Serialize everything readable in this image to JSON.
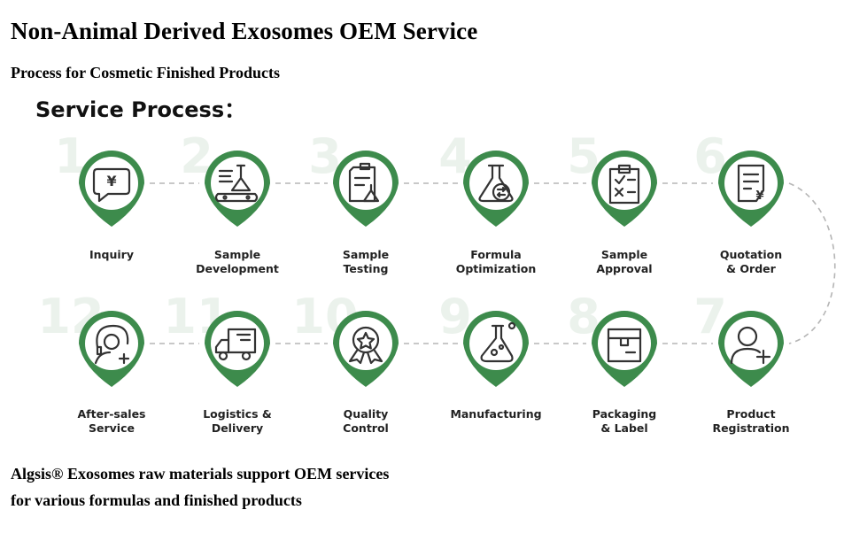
{
  "title": "Non-Animal Derived Exosomes OEM Service",
  "subtitle": "Process for Cosmetic Finished Products",
  "heading": "Service Process：",
  "footer": {
    "line1": "Algsis® Exosomes raw materials support OEM services",
    "line2": "for various formulas and finished products"
  },
  "colors": {
    "accent": "#3d8b4c",
    "icon_stroke": "#333333",
    "connector": "#b5b5b5",
    "watermark_number": "#ebf2ec"
  },
  "steps": [
    {
      "number": "1",
      "label": [
        "Inquiry"
      ],
      "icon": "inquiry-icon"
    },
    {
      "number": "2",
      "label": [
        "Sample",
        "Development"
      ],
      "icon": "sample-development-icon"
    },
    {
      "number": "3",
      "label": [
        "Sample",
        "Testing"
      ],
      "icon": "sample-testing-icon"
    },
    {
      "number": "4",
      "label": [
        "Formula",
        "Optimization"
      ],
      "icon": "formula-optimization-icon"
    },
    {
      "number": "5",
      "label": [
        "Sample",
        "Approval"
      ],
      "icon": "sample-approval-icon"
    },
    {
      "number": "6",
      "label": [
        "Quotation",
        "& Order"
      ],
      "icon": "quotation-order-icon"
    },
    {
      "number": "7",
      "label": [
        "Product",
        "Registration"
      ],
      "icon": "product-registration-icon"
    },
    {
      "number": "8",
      "label": [
        "Packaging",
        "& Label"
      ],
      "icon": "packaging-label-icon"
    },
    {
      "number": "9",
      "label": [
        "Manufacturing"
      ],
      "icon": "manufacturing-icon"
    },
    {
      "number": "10",
      "label": [
        "Quality",
        "Control"
      ],
      "icon": "quality-control-icon"
    },
    {
      "number": "11",
      "label": [
        "Logistics &",
        "Delivery"
      ],
      "icon": "logistics-delivery-icon"
    },
    {
      "number": "12",
      "label": [
        "After-sales",
        "Service"
      ],
      "icon": "after-sales-service-icon"
    }
  ]
}
